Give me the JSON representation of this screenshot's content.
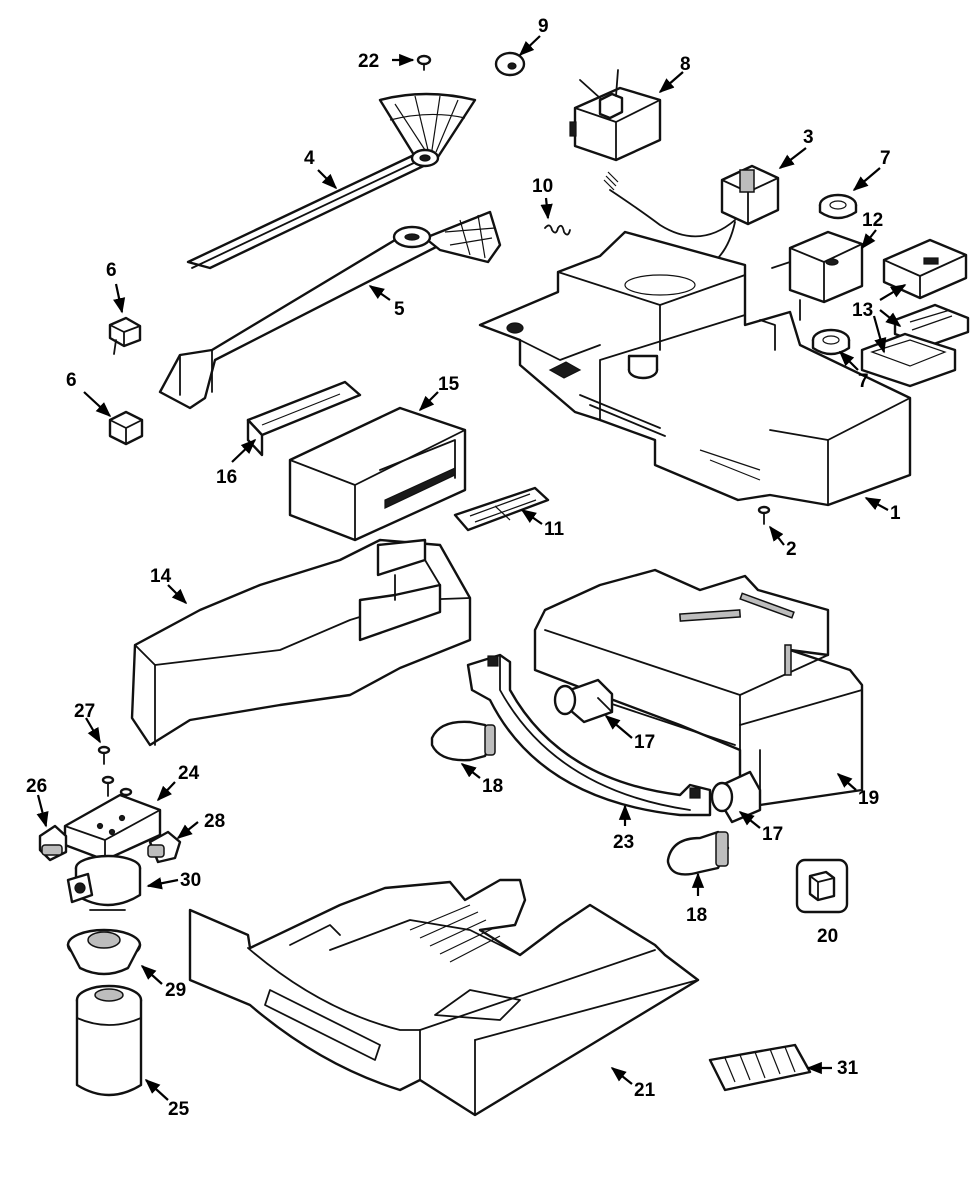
{
  "callouts": [
    {
      "id": "1",
      "label": "1"
    },
    {
      "id": "2",
      "label": "2"
    },
    {
      "id": "3",
      "label": "3"
    },
    {
      "id": "4",
      "label": "4"
    },
    {
      "id": "5",
      "label": "5"
    },
    {
      "id": "6a",
      "label": "6"
    },
    {
      "id": "6b",
      "label": "6"
    },
    {
      "id": "7a",
      "label": "7"
    },
    {
      "id": "7b",
      "label": "7"
    },
    {
      "id": "8",
      "label": "8"
    },
    {
      "id": "9",
      "label": "9"
    },
    {
      "id": "10",
      "label": "10"
    },
    {
      "id": "11",
      "label": "11"
    },
    {
      "id": "12",
      "label": "12"
    },
    {
      "id": "13",
      "label": "13"
    },
    {
      "id": "14",
      "label": "14"
    },
    {
      "id": "15",
      "label": "15"
    },
    {
      "id": "16",
      "label": "16"
    },
    {
      "id": "17a",
      "label": "17"
    },
    {
      "id": "17b",
      "label": "17"
    },
    {
      "id": "18a",
      "label": "18"
    },
    {
      "id": "18b",
      "label": "18"
    },
    {
      "id": "19",
      "label": "19"
    },
    {
      "id": "20",
      "label": "20"
    },
    {
      "id": "21",
      "label": "21"
    },
    {
      "id": "22",
      "label": "22"
    },
    {
      "id": "23",
      "label": "23"
    },
    {
      "id": "24",
      "label": "24"
    },
    {
      "id": "25",
      "label": "25"
    },
    {
      "id": "26",
      "label": "26"
    },
    {
      "id": "27",
      "label": "27"
    },
    {
      "id": "28",
      "label": "28"
    },
    {
      "id": "29",
      "label": "29"
    },
    {
      "id": "30",
      "label": "30"
    },
    {
      "id": "31",
      "label": "31"
    }
  ]
}
